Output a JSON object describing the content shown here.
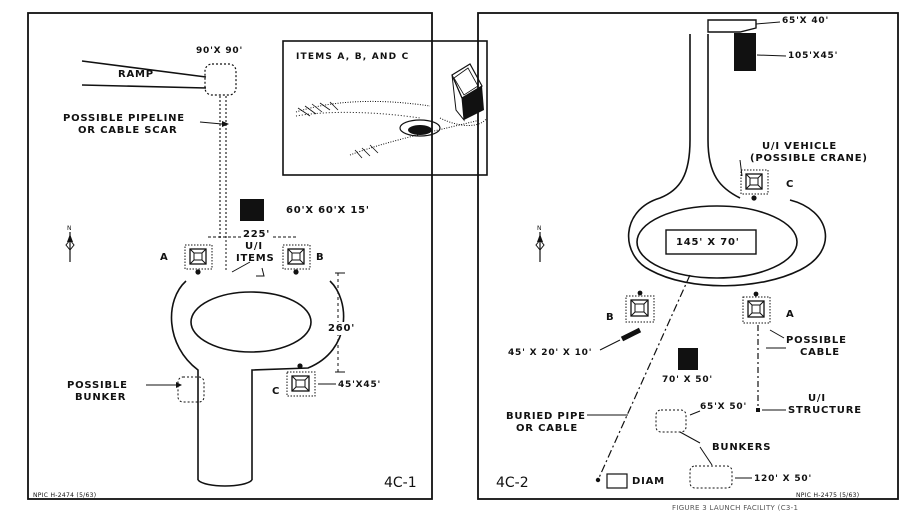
{
  "panel_left": {
    "id": "4C-1",
    "footer": "NPIC H-2474 (5/63)",
    "labels": {
      "ramp": "RAMP",
      "ramp_pad": "90'X 90'",
      "pipeline_1": "POSSIBLE PIPELINE",
      "pipeline_2": "OR CABLE SCAR",
      "block": "60'X 60'X 15'",
      "distance_ab": "225'",
      "ui_items_1": "U/I",
      "ui_items_2": "ITEMS",
      "item_a": "A",
      "item_b": "B",
      "item_c": "C",
      "distance_260": "260'",
      "bunker_1": "POSSIBLE",
      "bunker_2": "BUNKER",
      "item_c_size": "45'X45'",
      "north": "N"
    }
  },
  "inset": {
    "title": "ITEMS A, B, AND C"
  },
  "panel_right": {
    "id": "4C-2",
    "footer": "NPIC H-2475 (5/63)",
    "caption_fragment": "FIGURE 3  LAUNCH FACILITY (C3-1",
    "labels": {
      "top_pad": "65'X 40'",
      "top_block": "105'X45'",
      "vehicle_1": "U/I VEHICLE",
      "vehicle_2": "(POSSIBLE CRANE)",
      "item_c": "C",
      "center": "145' X 70'",
      "item_b": "B",
      "item_a": "A",
      "cable_1": "POSSIBLE",
      "cable_2": "CABLE",
      "slab": "45' X 20' X 10'",
      "block": "70' X 50'",
      "structure_1": "U/I",
      "structure_2": "STRUCTURE",
      "pipe_1": "BURIED PIPE",
      "pipe_2": "OR CABLE",
      "bunker_size": "65'X 50'",
      "bunkers": "BUNKERS",
      "diam": "DIAM",
      "bunker2_size": "120' X 50'",
      "north": "N"
    }
  }
}
